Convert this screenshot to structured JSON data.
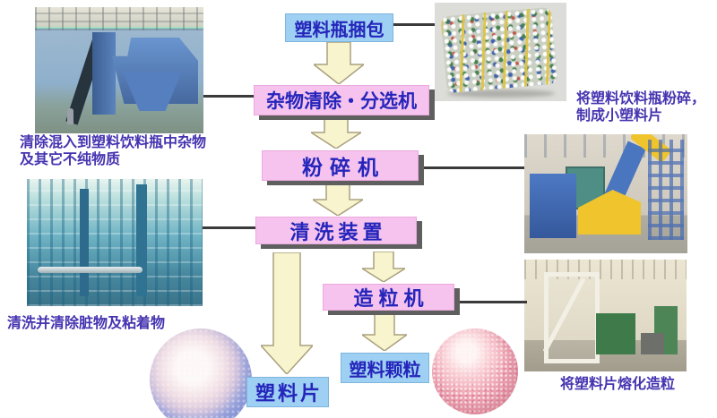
{
  "diagram": {
    "flow": {
      "bale_label": "塑料瓶捆包",
      "sorter_label": "杂物清除・分选机",
      "crusher_label": "粉碎机",
      "washer_label": "清洗装置",
      "pelletizer_label": "造粒机",
      "flakes_label": "塑料片",
      "pellets_label": "塑料颗粒"
    },
    "captions": {
      "impurity_line1": "清除混入到塑料饮料瓶中杂物",
      "impurity_line2": "及其它不纯物质",
      "washing": "清洗并清除脏物及粘着物",
      "crushing_line1": "将塑料饮料瓶粉碎，",
      "crushing_line2": "制成小塑料片",
      "melting": "将塑料片熔化造粒"
    },
    "colors": {
      "process_box": "#f6c3ee",
      "io_box": "#9dd0f2",
      "box_text": "#2525bb",
      "caption_text": "#4533b0",
      "arrow_fill": "#f8f4cd",
      "arrow_stroke": "#a9a07e",
      "shadow": "#5f5f5f",
      "connector": "#3a3a3a"
    }
  }
}
